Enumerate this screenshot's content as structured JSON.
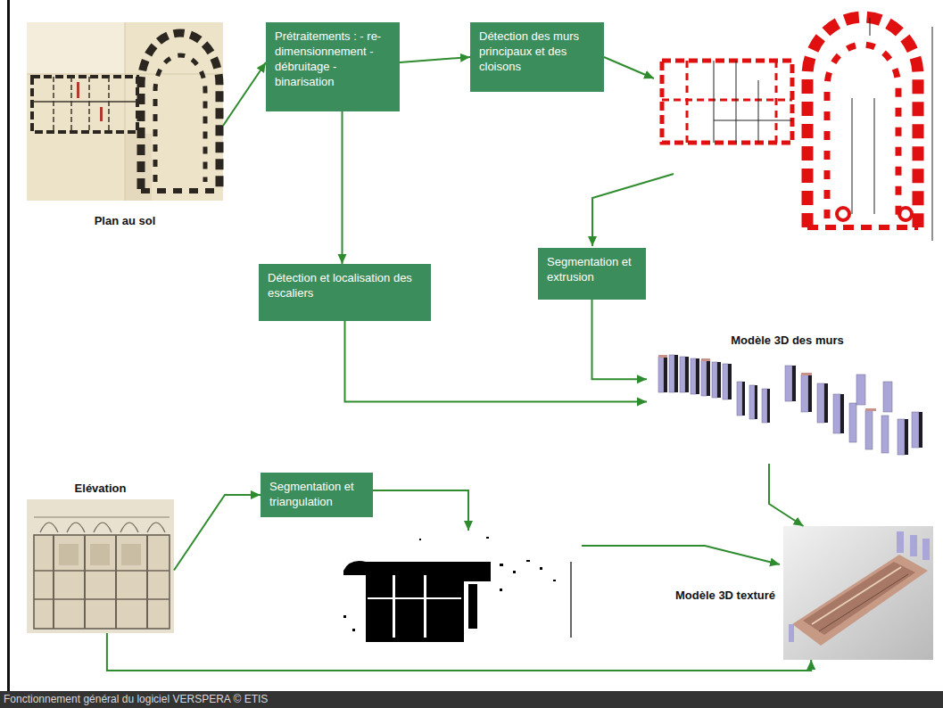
{
  "diagram": {
    "caption": "Fonctionnement général du logiciel VERSPERA © ETIS",
    "nodes": [
      {
        "text": [
          "Plan au sol"
        ]
      },
      {
        "text": [
          "Prétraitements : - re-dimensionnement - débruitage - binarisation"
        ]
      },
      {
        "text": [
          "Détection des murs principaux et des cloisons"
        ]
      },
      {
        "text": [
          "Segmentation et extrusion"
        ]
      },
      {
        "text": [
          "Détection et localisation des escaliers"
        ]
      },
      {
        "text": [
          "Modèle 3D des murs"
        ]
      },
      {
        "text": [
          "Elévation"
        ]
      },
      {
        "text": [
          "Segmentation et triangulation"
        ]
      },
      {
        "text": [
          "Modèle 3D texturé"
        ]
      }
    ],
    "edges": [
      {
        "from": 0,
        "to": 1,
        "arrow": "to"
      },
      {
        "from": 1,
        "to": 2,
        "arrow": "to"
      },
      {
        "from": 1,
        "to": 4,
        "arrow": "to"
      },
      {
        "from": 3,
        "to": 5,
        "arrow": "to"
      },
      {
        "from": 4,
        "to": 5,
        "arrow": "to"
      },
      {
        "from": 5,
        "to": 8,
        "arrow": "to"
      },
      {
        "from": 6,
        "to": 7,
        "arrow": "to"
      },
      {
        "from": 6,
        "to": 8,
        "arrow": "to"
      }
    ]
  }
}
